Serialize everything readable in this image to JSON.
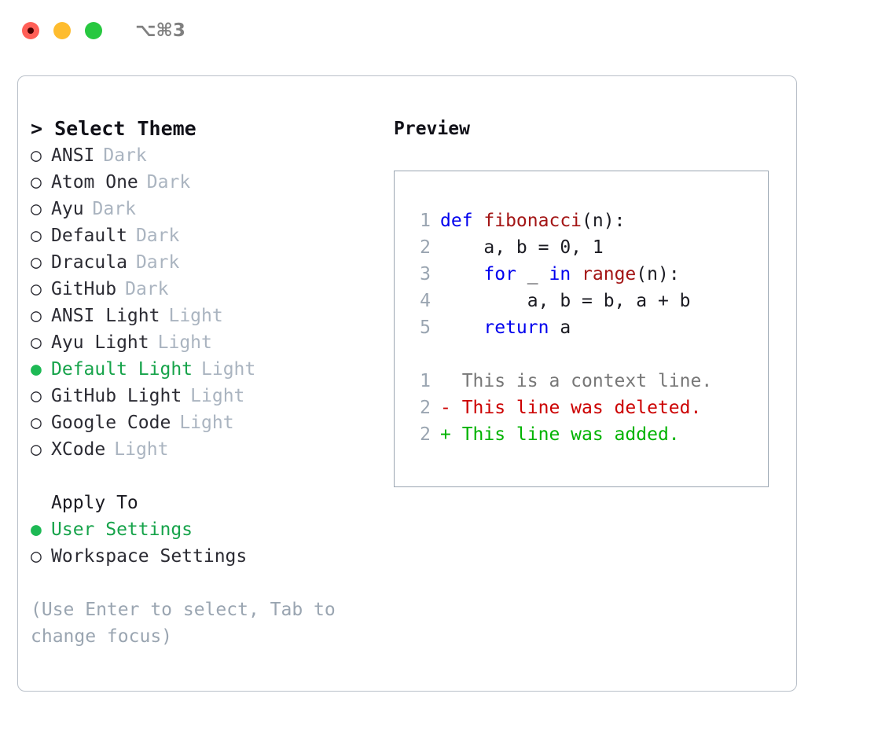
{
  "titlebar": {
    "shortcut": "⌥⌘3",
    "lights": [
      {
        "name": "close",
        "color": "#ff5f57"
      },
      {
        "name": "minimize",
        "color": "#febc2e"
      },
      {
        "name": "maximize",
        "color": "#28c840"
      }
    ]
  },
  "theme_picker": {
    "header": "> Select Theme",
    "selected_bullet": "●",
    "unselected_bullet": "○",
    "accent_color": "#16a34a",
    "items": [
      {
        "label": "ANSI",
        "badge": "Dark",
        "selected": false
      },
      {
        "label": "Atom One",
        "badge": "Dark",
        "selected": false
      },
      {
        "label": "Ayu",
        "badge": "Dark",
        "selected": false
      },
      {
        "label": "Default",
        "badge": "Dark",
        "selected": false
      },
      {
        "label": "Dracula",
        "badge": "Dark",
        "selected": false
      },
      {
        "label": "GitHub",
        "badge": "Dark",
        "selected": false
      },
      {
        "label": "ANSI Light",
        "badge": "Light",
        "selected": false
      },
      {
        "label": "Ayu Light",
        "badge": "Light",
        "selected": false
      },
      {
        "label": "Default Light",
        "badge": "Light",
        "selected": true
      },
      {
        "label": "GitHub Light",
        "badge": "Light",
        "selected": false
      },
      {
        "label": "Google Code",
        "badge": "Light",
        "selected": false
      },
      {
        "label": "XCode",
        "badge": "Light",
        "selected": false
      }
    ]
  },
  "apply_to": {
    "title": "Apply To",
    "items": [
      {
        "label": "User Settings",
        "selected": true
      },
      {
        "label": "Workspace Settings",
        "selected": false
      }
    ]
  },
  "hint": "(Use Enter to select, Tab to change focus)",
  "preview": {
    "title": "Preview",
    "code_lines": [
      {
        "no": "1",
        "tokens": [
          {
            "t": "def ",
            "c": "kw"
          },
          {
            "t": "fibonacci",
            "c": "fn"
          },
          {
            "t": "(n):",
            "c": "plain"
          }
        ]
      },
      {
        "no": "2",
        "tokens": [
          {
            "t": "    a, b = 0, 1",
            "c": "plain"
          }
        ]
      },
      {
        "no": "3",
        "tokens": [
          {
            "t": "    ",
            "c": "plain"
          },
          {
            "t": "for",
            "c": "kw"
          },
          {
            "t": " _ ",
            "c": "plain"
          },
          {
            "t": "in",
            "c": "kw"
          },
          {
            "t": " ",
            "c": "plain"
          },
          {
            "t": "range",
            "c": "fn"
          },
          {
            "t": "(n):",
            "c": "plain"
          }
        ]
      },
      {
        "no": "4",
        "tokens": [
          {
            "t": "        a, b = b, a + b",
            "c": "plain"
          }
        ]
      },
      {
        "no": "5",
        "tokens": [
          {
            "t": "    ",
            "c": "plain"
          },
          {
            "t": "return",
            "c": "kw"
          },
          {
            "t": " a",
            "c": "plain"
          }
        ]
      }
    ],
    "diff_lines": [
      {
        "no": "1",
        "marker": " ",
        "text": "  This is a context line.",
        "kind": "ctx"
      },
      {
        "no": "2",
        "marker": " ",
        "text": "- This line was deleted.",
        "kind": "del"
      },
      {
        "no": "2",
        "marker": " ",
        "text": "+ This line was added.",
        "kind": "add"
      }
    ]
  }
}
